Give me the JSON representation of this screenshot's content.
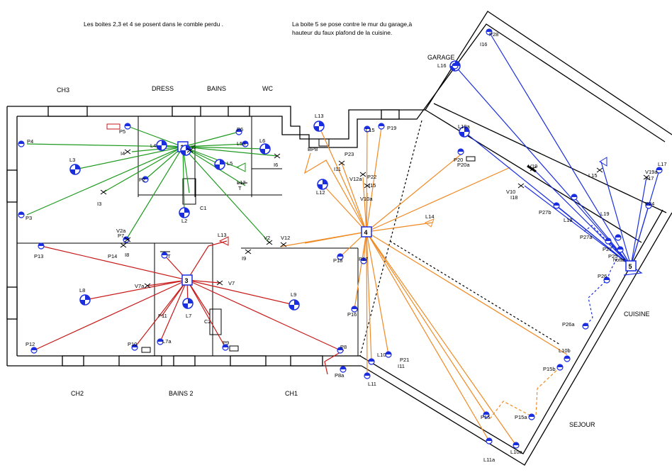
{
  "notes": {
    "left": "Les boites 2,3 et 4 se posent dans le comble perdu .",
    "right_line1": "La boite 5 se pose contre le mur du garage,à",
    "right_line2": "hauteur du faux plafond de la cuisine."
  },
  "rooms": {
    "ch3": "CH3",
    "dress": "DRESS",
    "bains": "BAINS",
    "wc": "WC",
    "garage": "GARAGE",
    "cuisine": "CUISINE",
    "sejour": "SEJOUR",
    "ch2": "CH2",
    "bains2": "BAINS 2",
    "ch1": "CH1",
    "c1": "C1",
    "c2": "C2"
  },
  "boxes": {
    "b2": "2",
    "b3": "3",
    "b4": "4",
    "b5": "5"
  },
  "labels": {
    "P5": "P5",
    "P4": "P4",
    "I4": "I4",
    "L3": "L3",
    "L4": "L4",
    "I5": "I5",
    "P6": "P6",
    "L5a": "L5a",
    "L5": "L5",
    "L6": "L6",
    "I6": "I6",
    "P2": "P2",
    "P3": "P3",
    "I3": "I3",
    "L12_green": "L12",
    "L2": "L2",
    "T1": "T",
    "V2a": "V2a",
    "P7": "P7",
    "P14": "P14",
    "I8": "I8",
    "P13": "P13",
    "L13_red": "L13",
    "T2": "T",
    "V7a": "V7a",
    "V7": "V7",
    "L8": "L8",
    "P11": "P11",
    "L7": "L7",
    "L7a": "L7a",
    "P10": "P10",
    "P9": "P9",
    "P12": "P12",
    "L9": "L9",
    "I9": "I9",
    "V2": "V2",
    "V12": "V12",
    "P8": "P8",
    "P8a": "P8a",
    "L13": "L13",
    "L15": "L15",
    "P19": "P19",
    "BP8": "BP8",
    "P23": "P23",
    "I11": "I11",
    "V12a": "V12a",
    "P22": "P22",
    "I15": "I15",
    "V10a": "V10a",
    "L12": "L12",
    "P18": "P18",
    "P17": "P17",
    "P16": "P16",
    "L10": "L10",
    "L11": "L11",
    "P21": "P21",
    "I11b": "I11",
    "L14": "L14",
    "P20": "P20",
    "P20a": "P20a",
    "L19a": "L19a",
    "V19": "V19",
    "V10": "V10",
    "I18": "I18",
    "L15b": "L15",
    "L18": "L18",
    "L19": "L19",
    "P27b": "P27b",
    "P27a": "P27a",
    "P27": "P27",
    "P25": "P25",
    "Hotte": "hotte",
    "P26": "P26",
    "P26a": "P26a",
    "L10b": "L10b",
    "P15b": "P15b",
    "P15a": "P15a",
    "P15": "P15",
    "L10a": "L10a",
    "L11a": "L11a",
    "L16": "L16",
    "P28": "P28",
    "I16": "I16",
    "L17": "L17",
    "V19a": "V19a",
    "I17": "I17",
    "P24": "P24"
  },
  "colors": {
    "green": "#1f9a1f",
    "red": "#c81818",
    "orange": "#f08a24",
    "blue": "#1a2ee0",
    "wall": "#000000"
  }
}
